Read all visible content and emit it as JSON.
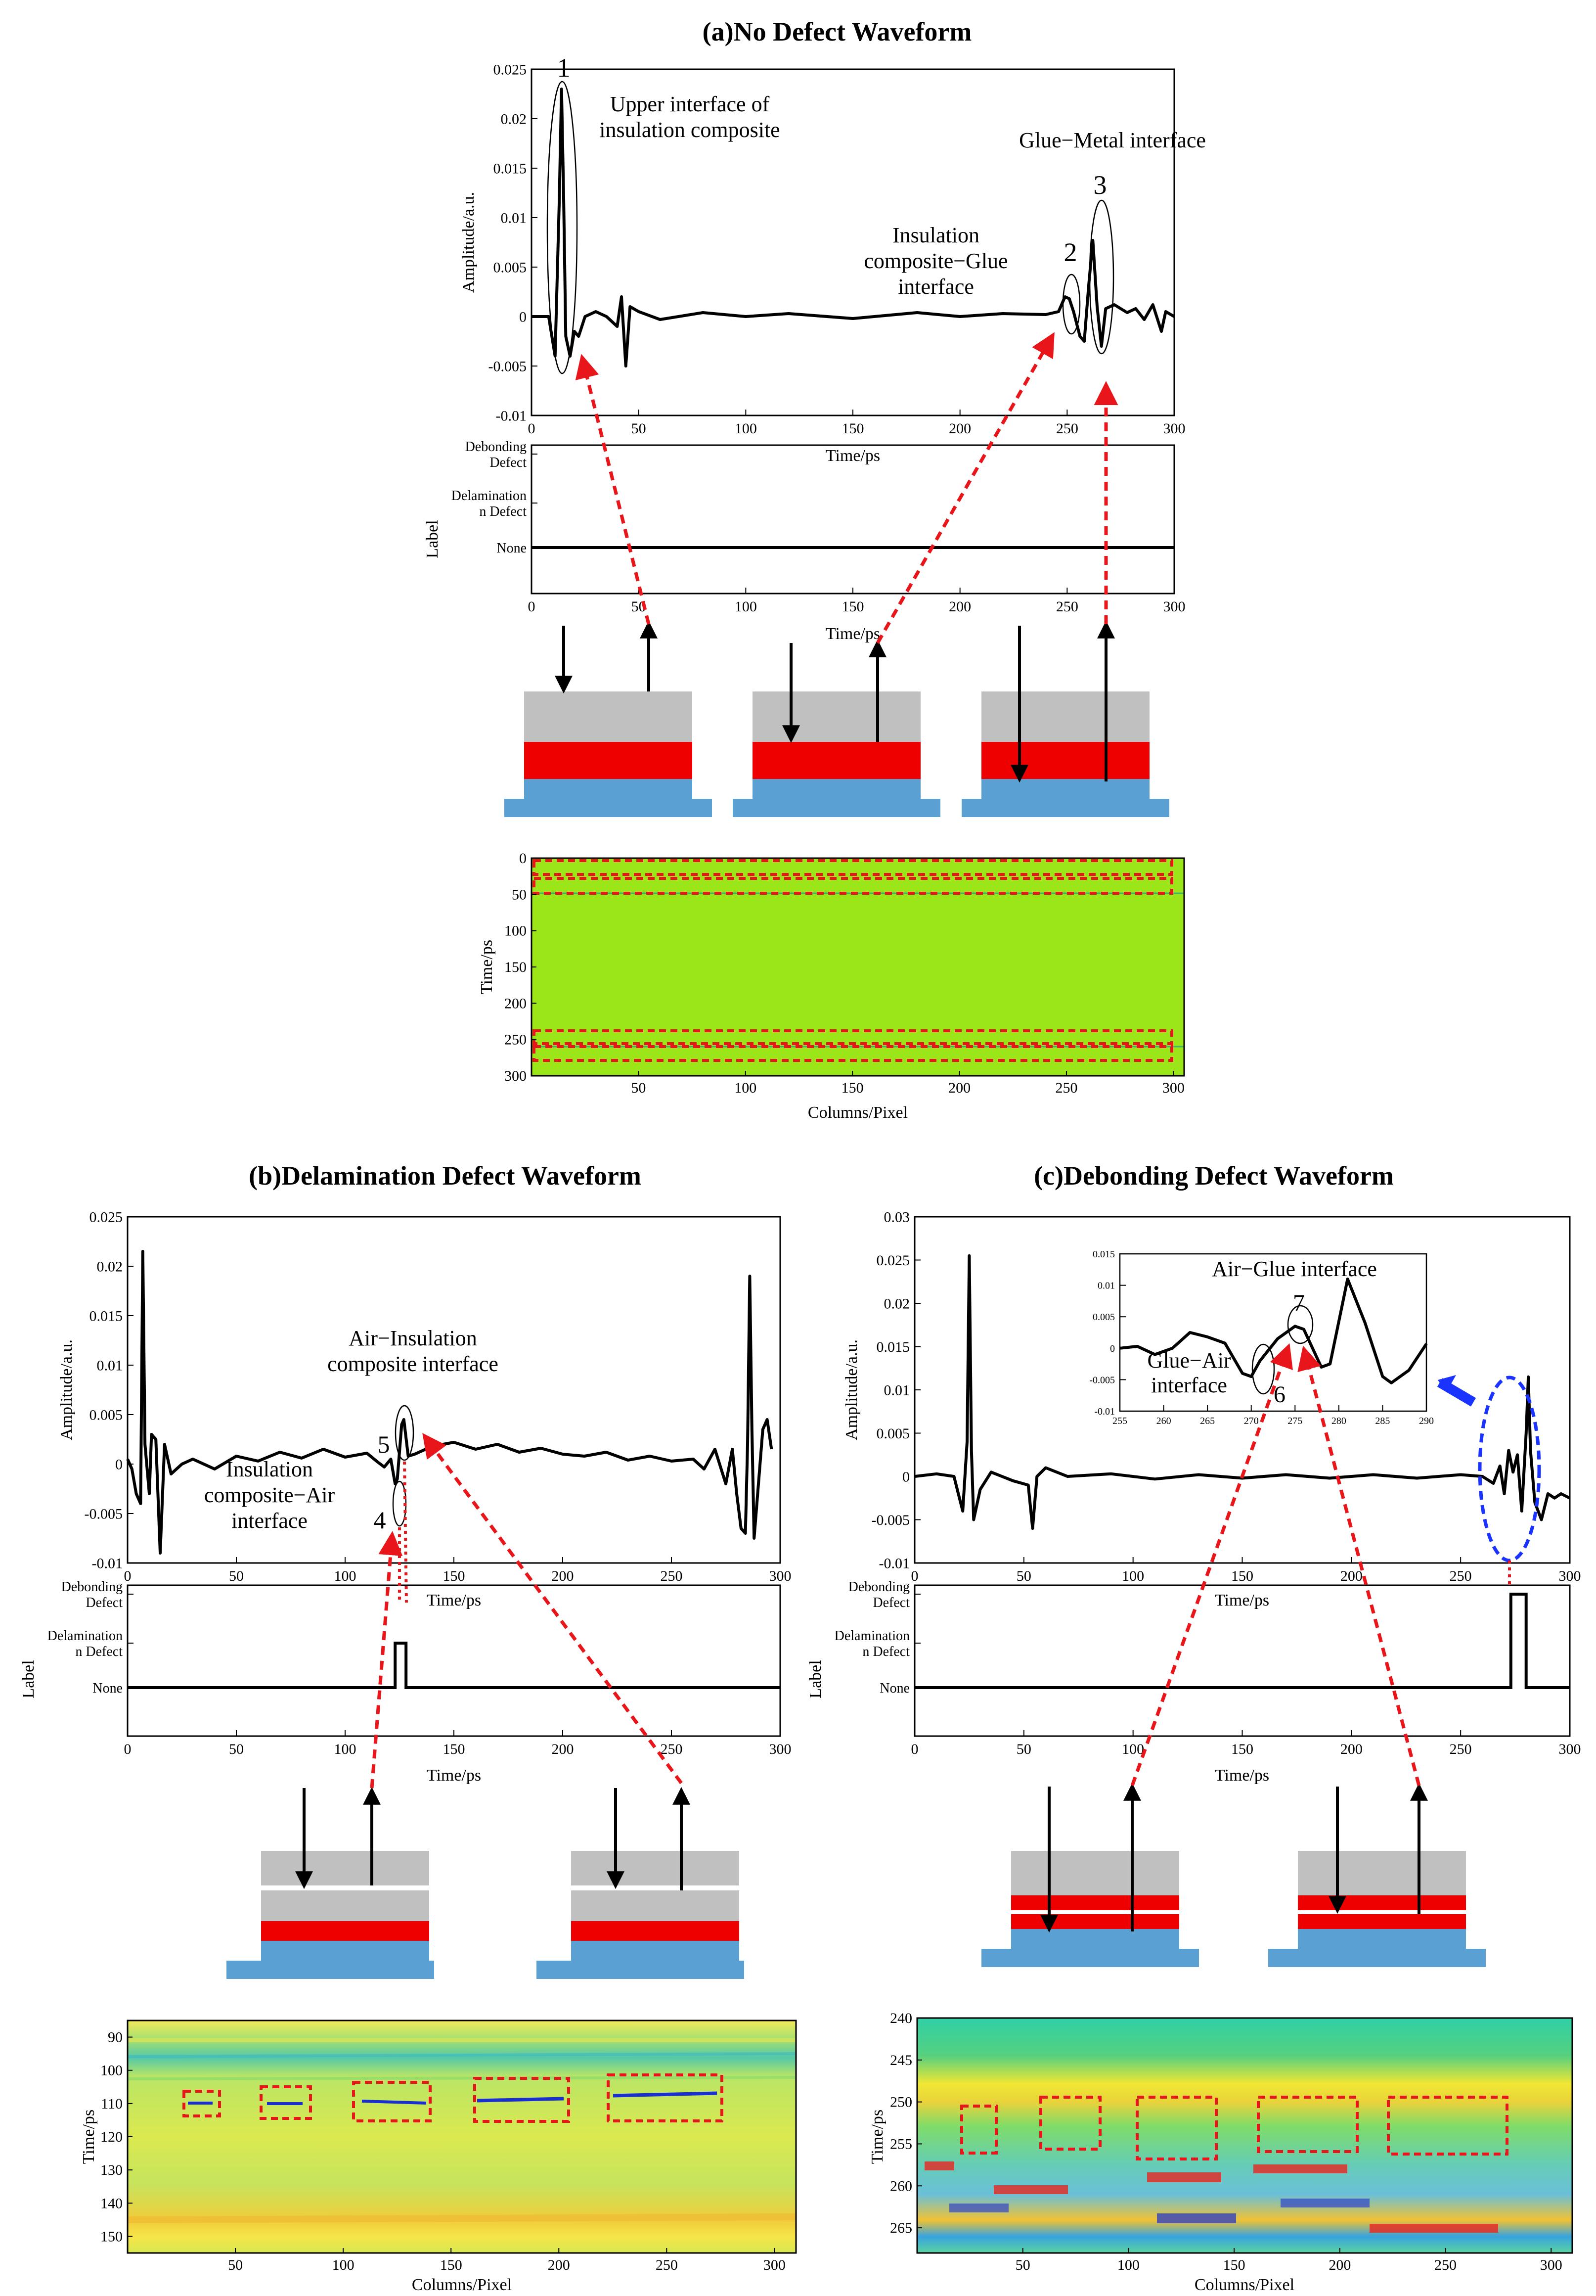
{
  "panels": {
    "a": {
      "title": "(a)No Defect Waveform",
      "wave_ylabel": "Amplitude/a.u.",
      "wave_xlabel": "Time/ps",
      "label_ylabel": "Label",
      "label_xlabel": "Time/ps",
      "label_categories": [
        "Debonding\nDefect",
        "Delamination\nn Defect",
        "None"
      ],
      "annotations": {
        "n1": "1",
        "n2": "2",
        "n3": "3",
        "upper": "Upper interface of\ninsulation composite",
        "glue_metal": "Glue−Metal interface",
        "ins_glue": "Insulation\ncomposite−Glue\ninterface"
      },
      "map_ylabel": "Time/ps",
      "map_xlabel": "Columns/Pixel"
    },
    "b": {
      "title": "(b)Delamination Defect Waveform",
      "wave_ylabel": "Amplitude/a.u.",
      "wave_xlabel": "Time/ps",
      "label_ylabel": "Label",
      "label_xlabel": "Time/ps",
      "label_categories": [
        "Debonding\nDefect",
        "Delamination\nn Defect",
        "None"
      ],
      "annotations": {
        "n4": "4",
        "n5": "5",
        "air_ins": "Air−Insulation\ncomposite interface",
        "ins_air": "Insulation\ncomposite−Air\ninterface"
      },
      "map_ylabel": "Time/ps",
      "map_xlabel": "Columns/Pixel"
    },
    "c": {
      "title": "(c)Debonding Defect Waveform",
      "wave_ylabel": "Amplitude/a.u.",
      "wave_xlabel": "Time/ps",
      "label_ylabel": "Label",
      "label_xlabel": "Time/ps",
      "label_categories": [
        "Debonding\nDefect",
        "Delamination\nn Defect",
        "None"
      ],
      "annotations": {
        "n6": "6",
        "n7": "7",
        "air_glue": "Air−Glue interface",
        "glue_air": "Glue−Air\ninterface"
      },
      "map_ylabel": "Time/ps",
      "map_xlabel": "Columns/Pixel"
    }
  },
  "colors": {
    "signal": "#000000",
    "arrow_red": "#e8161a",
    "arrow_blue": "#1a33ff",
    "ellipse_blue": "#1a33ff",
    "layer_gray": "#c0c0c0",
    "layer_red": "#ee0000",
    "layer_blue": "#5ba0d2",
    "map_green": "#9ae619"
  },
  "chart_data": [
    {
      "id": "a-wave",
      "type": "line",
      "xlabel": "Time/ps",
      "ylabel": "Amplitude/a.u.",
      "xlim": [
        0,
        300
      ],
      "ylim": [
        -0.01,
        0.025
      ],
      "xticks": [
        0,
        50,
        100,
        150,
        200,
        250,
        300
      ],
      "yticks": [
        -0.01,
        -0.005,
        0,
        0.005,
        0.01,
        0.015,
        0.02,
        0.025
      ],
      "series": [
        {
          "values": [
            [
              0,
              0
            ],
            [
              8,
              0
            ],
            [
              11,
              -0.004
            ],
            [
              13,
              0.012
            ],
            [
              14,
              0.023
            ],
            [
              15,
              0.012
            ],
            [
              16,
              -0.002
            ],
            [
              18,
              -0.004
            ],
            [
              20,
              -0.0015
            ],
            [
              22,
              -0.002
            ],
            [
              25,
              0
            ],
            [
              30,
              0.0005
            ],
            [
              35,
              0
            ],
            [
              40,
              -0.001
            ],
            [
              42,
              0.002
            ],
            [
              44,
              -0.005
            ],
            [
              46,
              0.001
            ],
            [
              50,
              0.0005
            ],
            [
              60,
              -0.0003
            ],
            [
              80,
              0.0004
            ],
            [
              100,
              0
            ],
            [
              120,
              0.0003
            ],
            [
              150,
              -0.0002
            ],
            [
              180,
              0.0004
            ],
            [
              200,
              0
            ],
            [
              220,
              0.0003
            ],
            [
              240,
              0.0002
            ],
            [
              246,
              0.0005
            ],
            [
              249,
              0.002
            ],
            [
              251,
              0.0018
            ],
            [
              253,
              0.0005
            ],
            [
              256,
              -0.002
            ],
            [
              258,
              -0.0025
            ],
            [
              260,
              0.003
            ],
            [
              262,
              0.0077
            ],
            [
              264,
              0.001
            ],
            [
              266,
              -0.003
            ],
            [
              268,
              0.0008
            ],
            [
              272,
              0.0012
            ],
            [
              278,
              0.0004
            ],
            [
              282,
              0.0008
            ],
            [
              286,
              -0.0003
            ],
            [
              290,
              0.0012
            ],
            [
              294,
              -0.0015
            ],
            [
              296,
              0.0005
            ],
            [
              300,
              0
            ]
          ]
        }
      ]
    },
    {
      "id": "a-label",
      "type": "line",
      "xlabel": "Time/ps",
      "ylabel": "Label",
      "xlim": [
        0,
        300
      ],
      "xticks": [
        0,
        50,
        100,
        150,
        200,
        250,
        300
      ],
      "series": [
        {
          "values": [
            [
              0,
              0
            ],
            [
              300,
              0
            ]
          ]
        }
      ]
    },
    {
      "id": "a-map",
      "type": "heatmap",
      "xlabel": "Columns/Pixel",
      "ylabel": "Time/ps",
      "xlim": [
        0,
        305
      ],
      "ylim": [
        300,
        0
      ],
      "xticks": [
        50,
        100,
        150,
        200,
        250,
        300
      ],
      "yticks": [
        0,
        50,
        100,
        150,
        200,
        250,
        300
      ]
    },
    {
      "id": "b-wave",
      "type": "line",
      "xlabel": "Time/ps",
      "ylabel": "Amplitude/a.u.",
      "xlim": [
        0,
        300
      ],
      "ylim": [
        -0.01,
        0.025
      ],
      "xticks": [
        0,
        50,
        100,
        150,
        200,
        250,
        300
      ],
      "yticks": [
        -0.01,
        -0.005,
        0,
        0.005,
        0.01,
        0.015,
        0.02,
        0.025
      ],
      "series": [
        {
          "values": [
            [
              0,
              0.0005
            ],
            [
              2,
              -0.0005
            ],
            [
              4,
              -0.003
            ],
            [
              6,
              -0.004
            ],
            [
              7,
              0.0215
            ],
            [
              8,
              0.002
            ],
            [
              10,
              -0.003
            ],
            [
              11,
              0.003
            ],
            [
              13,
              0.0025
            ],
            [
              15,
              -0.009
            ],
            [
              17,
              0.002
            ],
            [
              20,
              -0.001
            ],
            [
              25,
              0
            ],
            [
              30,
              0.0005
            ],
            [
              40,
              -0.0005
            ],
            [
              50,
              0.0008
            ],
            [
              60,
              0.0003
            ],
            [
              70,
              0.0012
            ],
            [
              80,
              0.0006
            ],
            [
              90,
              0.0015
            ],
            [
              100,
              0.0007
            ],
            [
              110,
              0.0011
            ],
            [
              115,
              0.0002
            ],
            [
              118,
              -0.0003
            ],
            [
              121,
              0.0005
            ],
            [
              123,
              -0.002
            ],
            [
              124,
              -0.0015
            ],
            [
              126,
              0.004
            ],
            [
              127,
              0.0045
            ],
            [
              129,
              0.0008
            ],
            [
              132,
              0.001
            ],
            [
              140,
              0.0018
            ],
            [
              150,
              0.0022
            ],
            [
              160,
              0.0015
            ],
            [
              170,
              0.002
            ],
            [
              180,
              0.0012
            ],
            [
              190,
              0.0016
            ],
            [
              200,
              0.001
            ],
            [
              210,
              0.0008
            ],
            [
              220,
              0.0012
            ],
            [
              230,
              0.0004
            ],
            [
              240,
              0.0008
            ],
            [
              250,
              0.0003
            ],
            [
              260,
              0.0005
            ],
            [
              265,
              -0.0005
            ],
            [
              270,
              0.0015
            ],
            [
              275,
              -0.002
            ],
            [
              278,
              0.0015
            ],
            [
              280,
              -0.003
            ],
            [
              282,
              -0.0065
            ],
            [
              284,
              -0.007
            ],
            [
              285,
              0.002
            ],
            [
              286,
              0.019
            ],
            [
              287,
              0.0035
            ],
            [
              288,
              -0.0075
            ],
            [
              290,
              -0.002
            ],
            [
              292,
              0.0035
            ],
            [
              294,
              0.0045
            ],
            [
              296,
              0.0015
            ]
          ]
        }
      ]
    },
    {
      "id": "b-label",
      "type": "line",
      "xlabel": "Time/ps",
      "ylabel": "Label",
      "xlim": [
        0,
        300
      ],
      "xticks": [
        0,
        50,
        100,
        150,
        200,
        250,
        300
      ],
      "series": [
        {
          "values": [
            [
              0,
              0
            ],
            [
              123,
              0
            ],
            [
              123,
              1
            ],
            [
              128,
              1
            ],
            [
              128,
              0
            ],
            [
              300,
              0
            ]
          ]
        }
      ]
    },
    {
      "id": "b-map",
      "type": "heatmap",
      "xlabel": "Columns/Pixel",
      "ylabel": "Time/ps",
      "xlim": [
        0,
        310
      ],
      "ylim": [
        155,
        85
      ],
      "xticks": [
        50,
        100,
        150,
        200,
        250,
        300
      ],
      "yticks": [
        90,
        100,
        110,
        120,
        130,
        140,
        150
      ]
    },
    {
      "id": "c-wave",
      "type": "line",
      "xlabel": "Time/ps",
      "ylabel": "Amplitude/a.u.",
      "xlim": [
        0,
        300
      ],
      "ylim": [
        -0.01,
        0.03
      ],
      "xticks": [
        0,
        50,
        100,
        150,
        200,
        250,
        300
      ],
      "yticks": [
        -0.01,
        -0.005,
        0,
        0.005,
        0.01,
        0.015,
        0.02,
        0.025,
        0.03
      ],
      "series": [
        {
          "values": [
            [
              0,
              0
            ],
            [
              10,
              0.0003
            ],
            [
              18,
              0
            ],
            [
              20,
              -0.002
            ],
            [
              22,
              -0.004
            ],
            [
              24,
              0.004
            ],
            [
              25,
              0.0255
            ],
            [
              26,
              0.003
            ],
            [
              27,
              -0.005
            ],
            [
              30,
              -0.0015
            ],
            [
              35,
              0.0005
            ],
            [
              45,
              -0.0005
            ],
            [
              52,
              -0.001
            ],
            [
              54,
              -0.006
            ],
            [
              56,
              0
            ],
            [
              60,
              0.001
            ],
            [
              70,
              0
            ],
            [
              90,
              0.0003
            ],
            [
              110,
              -0.0003
            ],
            [
              130,
              0.0002
            ],
            [
              150,
              -0.0002
            ],
            [
              170,
              0.0002
            ],
            [
              190,
              -0.0002
            ],
            [
              210,
              0.0002
            ],
            [
              230,
              -0.0002
            ],
            [
              250,
              0.0002
            ],
            [
              260,
              0
            ],
            [
              265,
              -0.0008
            ],
            [
              268,
              0.0012
            ],
            [
              270,
              -0.002
            ],
            [
              272,
              0.003
            ],
            [
              274,
              0.0005
            ],
            [
              276,
              0.0025
            ],
            [
              278,
              -0.004
            ],
            [
              280,
              0.005
            ],
            [
              281,
              0.0115
            ],
            [
              282,
              0.003
            ],
            [
              284,
              -0.003
            ],
            [
              287,
              -0.005
            ],
            [
              290,
              -0.002
            ],
            [
              293,
              -0.0025
            ],
            [
              296,
              -0.002
            ],
            [
              300,
              -0.0025
            ]
          ]
        }
      ]
    },
    {
      "id": "c-inset",
      "type": "line",
      "xlim": [
        255,
        290
      ],
      "ylim": [
        -0.01,
        0.015
      ],
      "xticks": [
        255,
        260,
        265,
        270,
        275,
        280,
        285,
        290
      ],
      "yticks": [
        -0.01,
        -0.005,
        0,
        0.005,
        0.01,
        0.015
      ],
      "series": [
        {
          "values": [
            [
              255,
              0
            ],
            [
              257,
              0.0003
            ],
            [
              259,
              -0.001
            ],
            [
              261,
              0
            ],
            [
              263,
              0.0025
            ],
            [
              265,
              0.0018
            ],
            [
              267,
              0.0008
            ],
            [
              269,
              -0.004
            ],
            [
              270,
              -0.0045
            ],
            [
              271,
              -0.002
            ],
            [
              273,
              0.0015
            ],
            [
              275,
              0.0035
            ],
            [
              276,
              0.003
            ],
            [
              278,
              -0.003
            ],
            [
              279,
              -0.0025
            ],
            [
              281,
              0.011
            ],
            [
              283,
              0.004
            ],
            [
              285,
              -0.0045
            ],
            [
              286,
              -0.0055
            ],
            [
              288,
              -0.0035
            ],
            [
              290,
              0.0007
            ]
          ]
        }
      ]
    },
    {
      "id": "c-label",
      "type": "line",
      "xlabel": "Time/ps",
      "ylabel": "Label",
      "xlim": [
        0,
        300
      ],
      "xticks": [
        0,
        50,
        100,
        150,
        200,
        250,
        300
      ],
      "series": [
        {
          "values": [
            [
              0,
              0
            ],
            [
              273,
              0
            ],
            [
              273,
              2
            ],
            [
              280,
              2
            ],
            [
              280,
              0
            ],
            [
              300,
              0
            ]
          ]
        }
      ]
    },
    {
      "id": "c-map",
      "type": "heatmap",
      "xlabel": "Columns/Pixel",
      "ylabel": "Time/ps",
      "xlim": [
        0,
        310
      ],
      "ylim": [
        268,
        240
      ],
      "xticks": [
        50,
        100,
        150,
        200,
        250,
        300
      ],
      "yticks": [
        240,
        245,
        250,
        255,
        260,
        265
      ]
    }
  ]
}
